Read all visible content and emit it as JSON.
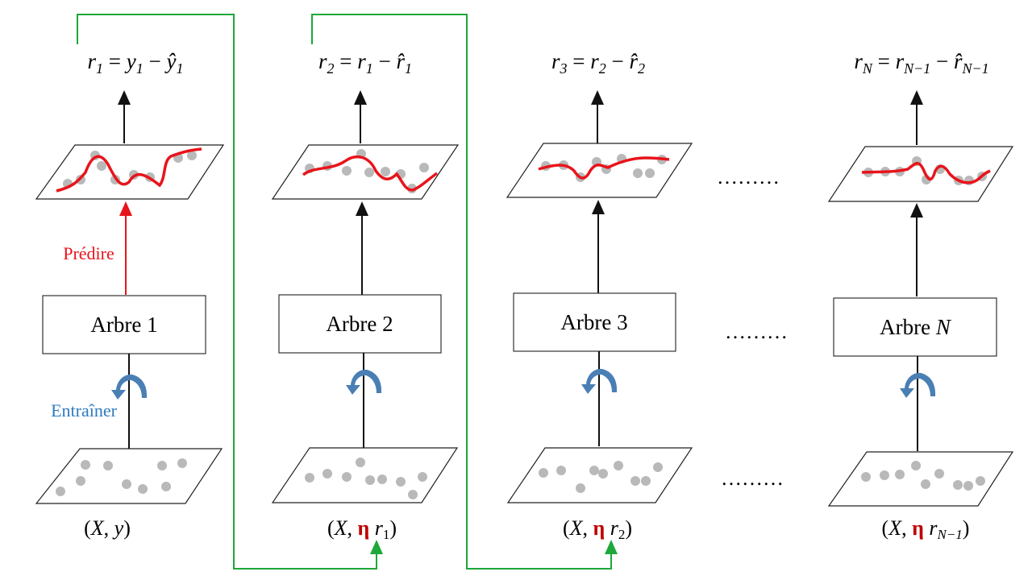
{
  "colors": {
    "predict_arrow": "#e8141b",
    "predict_curve": "#e8141b",
    "train_curl": "#4a7fb4",
    "feedback_line": "#1da83a",
    "points": "#b9b9b9",
    "eta": "#c00000"
  },
  "labels": {
    "predict": "Prédire",
    "train": "Entraîner",
    "dots": "………"
  },
  "trees": [
    {
      "box_label": "Arbre ",
      "box_index": "1",
      "residual": {
        "lhs": "r",
        "lhs_sub": "1",
        "eq": " = ",
        "a": "y",
        "a_sub": "1",
        "minus": " − ",
        "b": "ŷ",
        "b_sub": "1"
      },
      "data": {
        "open": "(",
        "x": "X",
        "comma": ", ",
        "eta": "",
        "y": "y",
        "y_sub": "",
        "close": ")"
      }
    },
    {
      "box_label": "Arbre ",
      "box_index": "2",
      "residual": {
        "lhs": "r",
        "lhs_sub": "2",
        "eq": " = ",
        "a": "r",
        "a_sub": "1",
        "minus": " − ",
        "b": "r̂",
        "b_sub": "1"
      },
      "data": {
        "open": "(",
        "x": "X",
        "comma": ", ",
        "eta": "η",
        "y": "r",
        "y_sub": "1",
        "close": ")"
      }
    },
    {
      "box_label": "Arbre ",
      "box_index": "3",
      "residual": {
        "lhs": "r",
        "lhs_sub": "3",
        "eq": " = ",
        "a": "r",
        "a_sub": "2",
        "minus": " − ",
        "b": "r̂",
        "b_sub": "2"
      },
      "data": {
        "open": "(",
        "x": "X",
        "comma": ", ",
        "eta": "η",
        "y": "r",
        "y_sub": "2",
        "close": ")"
      }
    },
    {
      "box_label": "Arbre ",
      "box_index": "N",
      "residual": {
        "lhs": "r",
        "lhs_sub": "N",
        "eq": " = ",
        "a": "r",
        "a_sub": "N−1",
        "minus": " − ",
        "b": "r̂",
        "b_sub": "N−1"
      },
      "data": {
        "open": "(",
        "x": "X",
        "comma": ", ",
        "eta": "η",
        "y": "r",
        "y_sub": "N−1",
        "close": ")"
      }
    }
  ]
}
